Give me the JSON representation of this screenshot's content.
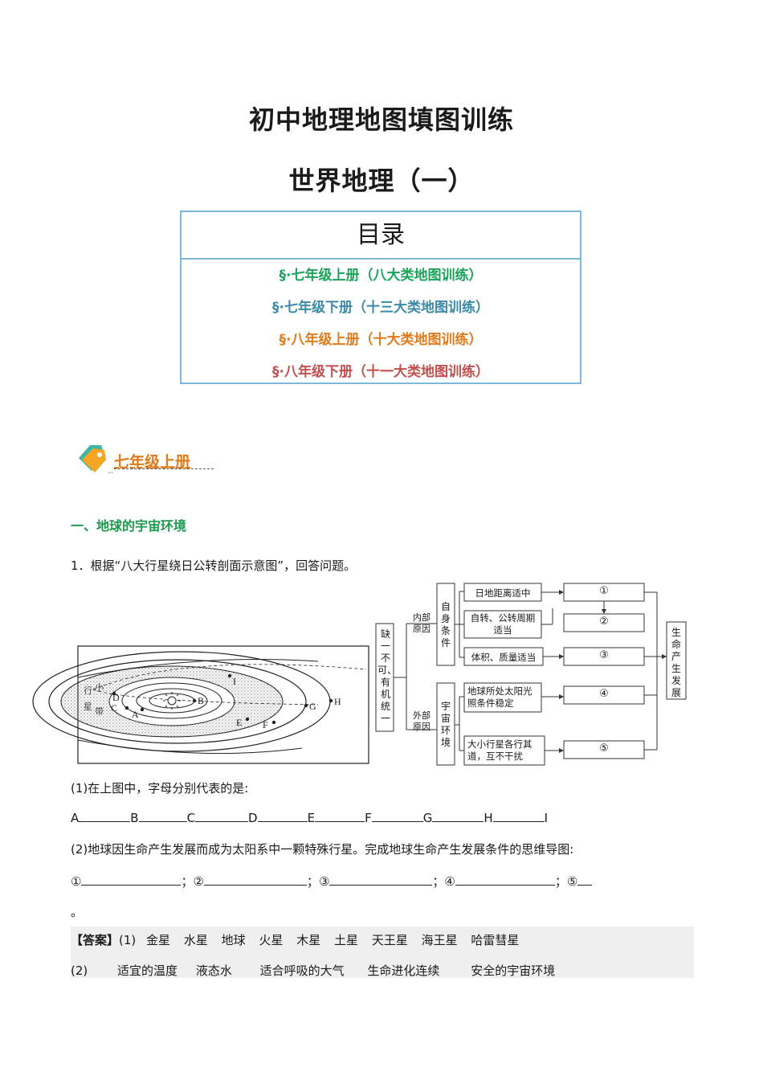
{
  "title": "初中地理地图填图训练",
  "subtitle": "世界地理（一）",
  "toc": {
    "heading": "目录",
    "items": [
      {
        "label": "§·七年级上册（八大类地图训练）",
        "color": "#1aa35a"
      },
      {
        "label": "§·七年级下册（十三大类地图训练）",
        "color": "#3a8aa8"
      },
      {
        "label": "§·八年级上册（十大类地图训练）",
        "color": "#e07a1a"
      },
      {
        "label": "§·八年级下册（十一大类地图训练）",
        "color": "#c0504d"
      }
    ]
  },
  "section": {
    "title": "七年级上册",
    "mark": "--"
  },
  "heading1": "一、地球的宇宙环境",
  "question": "1．根据“八大行星绕日公转剖面示意图”，回答问题。",
  "orbit_labels": {
    "belt1": "行",
    "belt2": "星",
    "belt3": "小",
    "belt4": "带",
    "A": "A",
    "B": "B",
    "C": "C",
    "D": "D",
    "E": "E",
    "F": "F",
    "G": "G",
    "H": "H",
    "I": "I"
  },
  "mindmap": {
    "root": "缺一不可、有机统一",
    "inner": "内部原因",
    "outer": "外部原因",
    "self": "自身条件",
    "cosmic": "宇宙环境",
    "c1": "日地距离适中",
    "c2": "自转、公转周期适当",
    "c3": "体积、质量适当",
    "c4": "地球所处太阳光照条件稳定",
    "c5": "大小行星各行其道，互不干扰",
    "r1": "①",
    "r2": "②",
    "r3": "③",
    "r4": "④",
    "r5": "⑤",
    "result": "生命产生发展"
  },
  "q1": "(1)在上图中，字母分别代表的是:",
  "q1_letters": [
    "A",
    "B",
    "C",
    "D",
    "E",
    "F",
    "G",
    "H",
    "I"
  ],
  "q2": "(2)地球因生命产生发展而成为太阳系中一颗特殊行星。完成地球生命产生发展条件的思维导图:",
  "q2_marks": [
    "①",
    "②",
    "③",
    "④",
    "⑤"
  ],
  "q2_sep": "；",
  "q2_end": "。",
  "answer": {
    "label": "【答案】",
    "p1": "(1)",
    "a1": [
      "金星",
      "水星",
      "地球",
      "火星",
      "木星",
      "土星",
      "天王星",
      "海王星",
      "哈雷彗星"
    ],
    "p2": "(2)",
    "a2": [
      "适宜的温度",
      "液态水",
      "适合呼吸的大气",
      "生命进化连续",
      "安全的宇宙环境"
    ]
  }
}
